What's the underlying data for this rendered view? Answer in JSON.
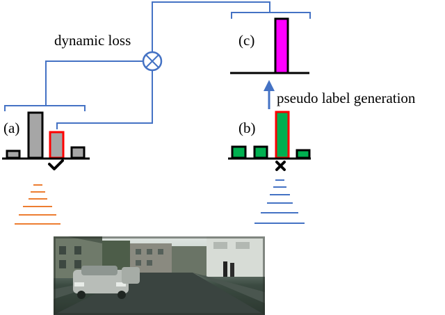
{
  "labels": {
    "dynamic_loss": "dynamic loss",
    "a": "(a)",
    "b": "(b)",
    "c": "(c)",
    "pseudo_label_generation": "pseudo label generation"
  },
  "colors": {
    "connector": "#4472c4",
    "bar_gray": "#a6a6a6",
    "bar_green": "#00b050",
    "bar_magenta": "#ff00ff",
    "highlight_red": "#ff0000",
    "orange_lines": "#ed7d31",
    "blue_lines": "#4472c4"
  },
  "icons": {
    "checkmark": "check-icon",
    "cross": "cross-icon",
    "loss_operator": "circled-times-icon"
  },
  "photo": {
    "description_icon": "street-scene-image"
  }
}
